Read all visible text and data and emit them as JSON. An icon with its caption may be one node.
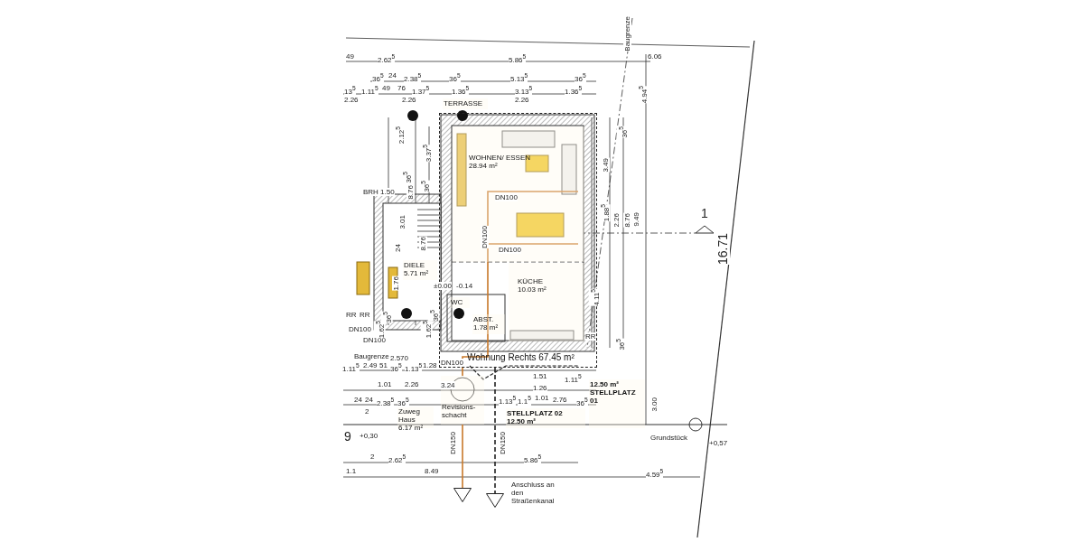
{
  "diagram": {
    "nodes": [
      {
        "text": [
          "TERRASSE"
        ]
      },
      {
        "text": [
          "WOHNEN/ ESSEN",
          "28.94 m²"
        ],
        "in": 10
      },
      {
        "text": [
          "KÜCHE",
          "10.03 m²"
        ],
        "in": 10
      },
      {
        "text": [
          "DIELE",
          "5.71 m²"
        ]
      },
      {
        "text": [
          "WC"
        ],
        "in": 10
      },
      {
        "text": [
          "ABST.",
          "1.78 m²"
        ],
        "in": 10
      },
      {
        "text": [
          "Zuweg Haus",
          "6.17 m²"
        ]
      },
      {
        "text": [
          "Revisions- schacht"
        ]
      },
      {
        "text": [
          "STELLPLATZ 02",
          "12.50 m²"
        ]
      },
      {
        "text": [
          "12.50 m²",
          "STELLPLATZ 01"
        ]
      },
      {
        "text": [
          "Wohnung Rechts 67.45 m²"
        ]
      },
      {
        "text": [],
        "shape": "triangle"
      },
      {
        "text": [],
        "shape": "triangle",
        "beside": [
          "Anschluss an den Straßenkanal"
        ]
      }
    ],
    "edges": [
      {
        "from": 7,
        "to": 11,
        "arrow": "none",
        "label": "DN150",
        "color": "#c8782a"
      },
      {
        "from": 10,
        "to": 12,
        "arrow": "none",
        "label": "DN150",
        "style": "dashed",
        "color": "#222222"
      }
    ],
    "labels": [
      "Baugrenze",
      "49",
      "2.62$^{5}$",
      "5.86$^{5}$",
      "6.06",
      "36$^{5}$",
      "24",
      "2.38$^{5}$",
      "36$^{5}$",
      "5.13$^{5}$",
      "36$^{5}$",
      "13$^{5}$",
      "1.11$^{5}$",
      "49",
      "76",
      "1.37$^{5}$",
      "1.36$^{5}$",
      "3.13$^{5}$",
      "1.36$^{5}$",
      "2.26",
      "2.26",
      "2.26",
      "4.94$^{5}$",
      "2.12$^{5}$",
      "3.37$^{5}$",
      "36$^{5}$",
      "8.76",
      "36$^{5}$",
      "BRH 1.50",
      "3.01",
      "24",
      "8.76",
      "1.76",
      "DN100",
      "DN100",
      "DN100",
      "±0.00",
      "-0.14",
      "36$^{5}$",
      "3.49",
      "1.88$^{5}$",
      "2.26",
      "8.76",
      "9.49",
      "1",
      "16.71",
      "4.11$^{5}$",
      "RR",
      "RR",
      "DN100",
      "DN100",
      "1.62$^{5}$",
      "36$^{5}$",
      "1.62$^{5}$",
      "36$^{5}$",
      "RR",
      "36$^{5}$",
      "Baugrenze",
      "2.570",
      "1.11$^{5}$",
      "2.49",
      "51",
      "36$^{5}$",
      "1.13$^{5}$",
      "1.28",
      "DN100",
      "3.24",
      "1.51",
      "1.11$^{5}$",
      "1.01",
      "2.26",
      "1.26",
      "24",
      "24",
      "2.38$^{5}$",
      "36$^{5}$",
      "1.13$^{5}$",
      "1.1$^{5}$",
      "1.01",
      "2.76",
      "36$^{5}$",
      "2",
      "3.00",
      "9",
      "+0,30",
      "Grundstück",
      "+0,57",
      "2",
      "2.62$^{5}$",
      "5.86$^{5}$",
      "1.1",
      "8.49",
      "4.59$^{5}$"
    ]
  }
}
